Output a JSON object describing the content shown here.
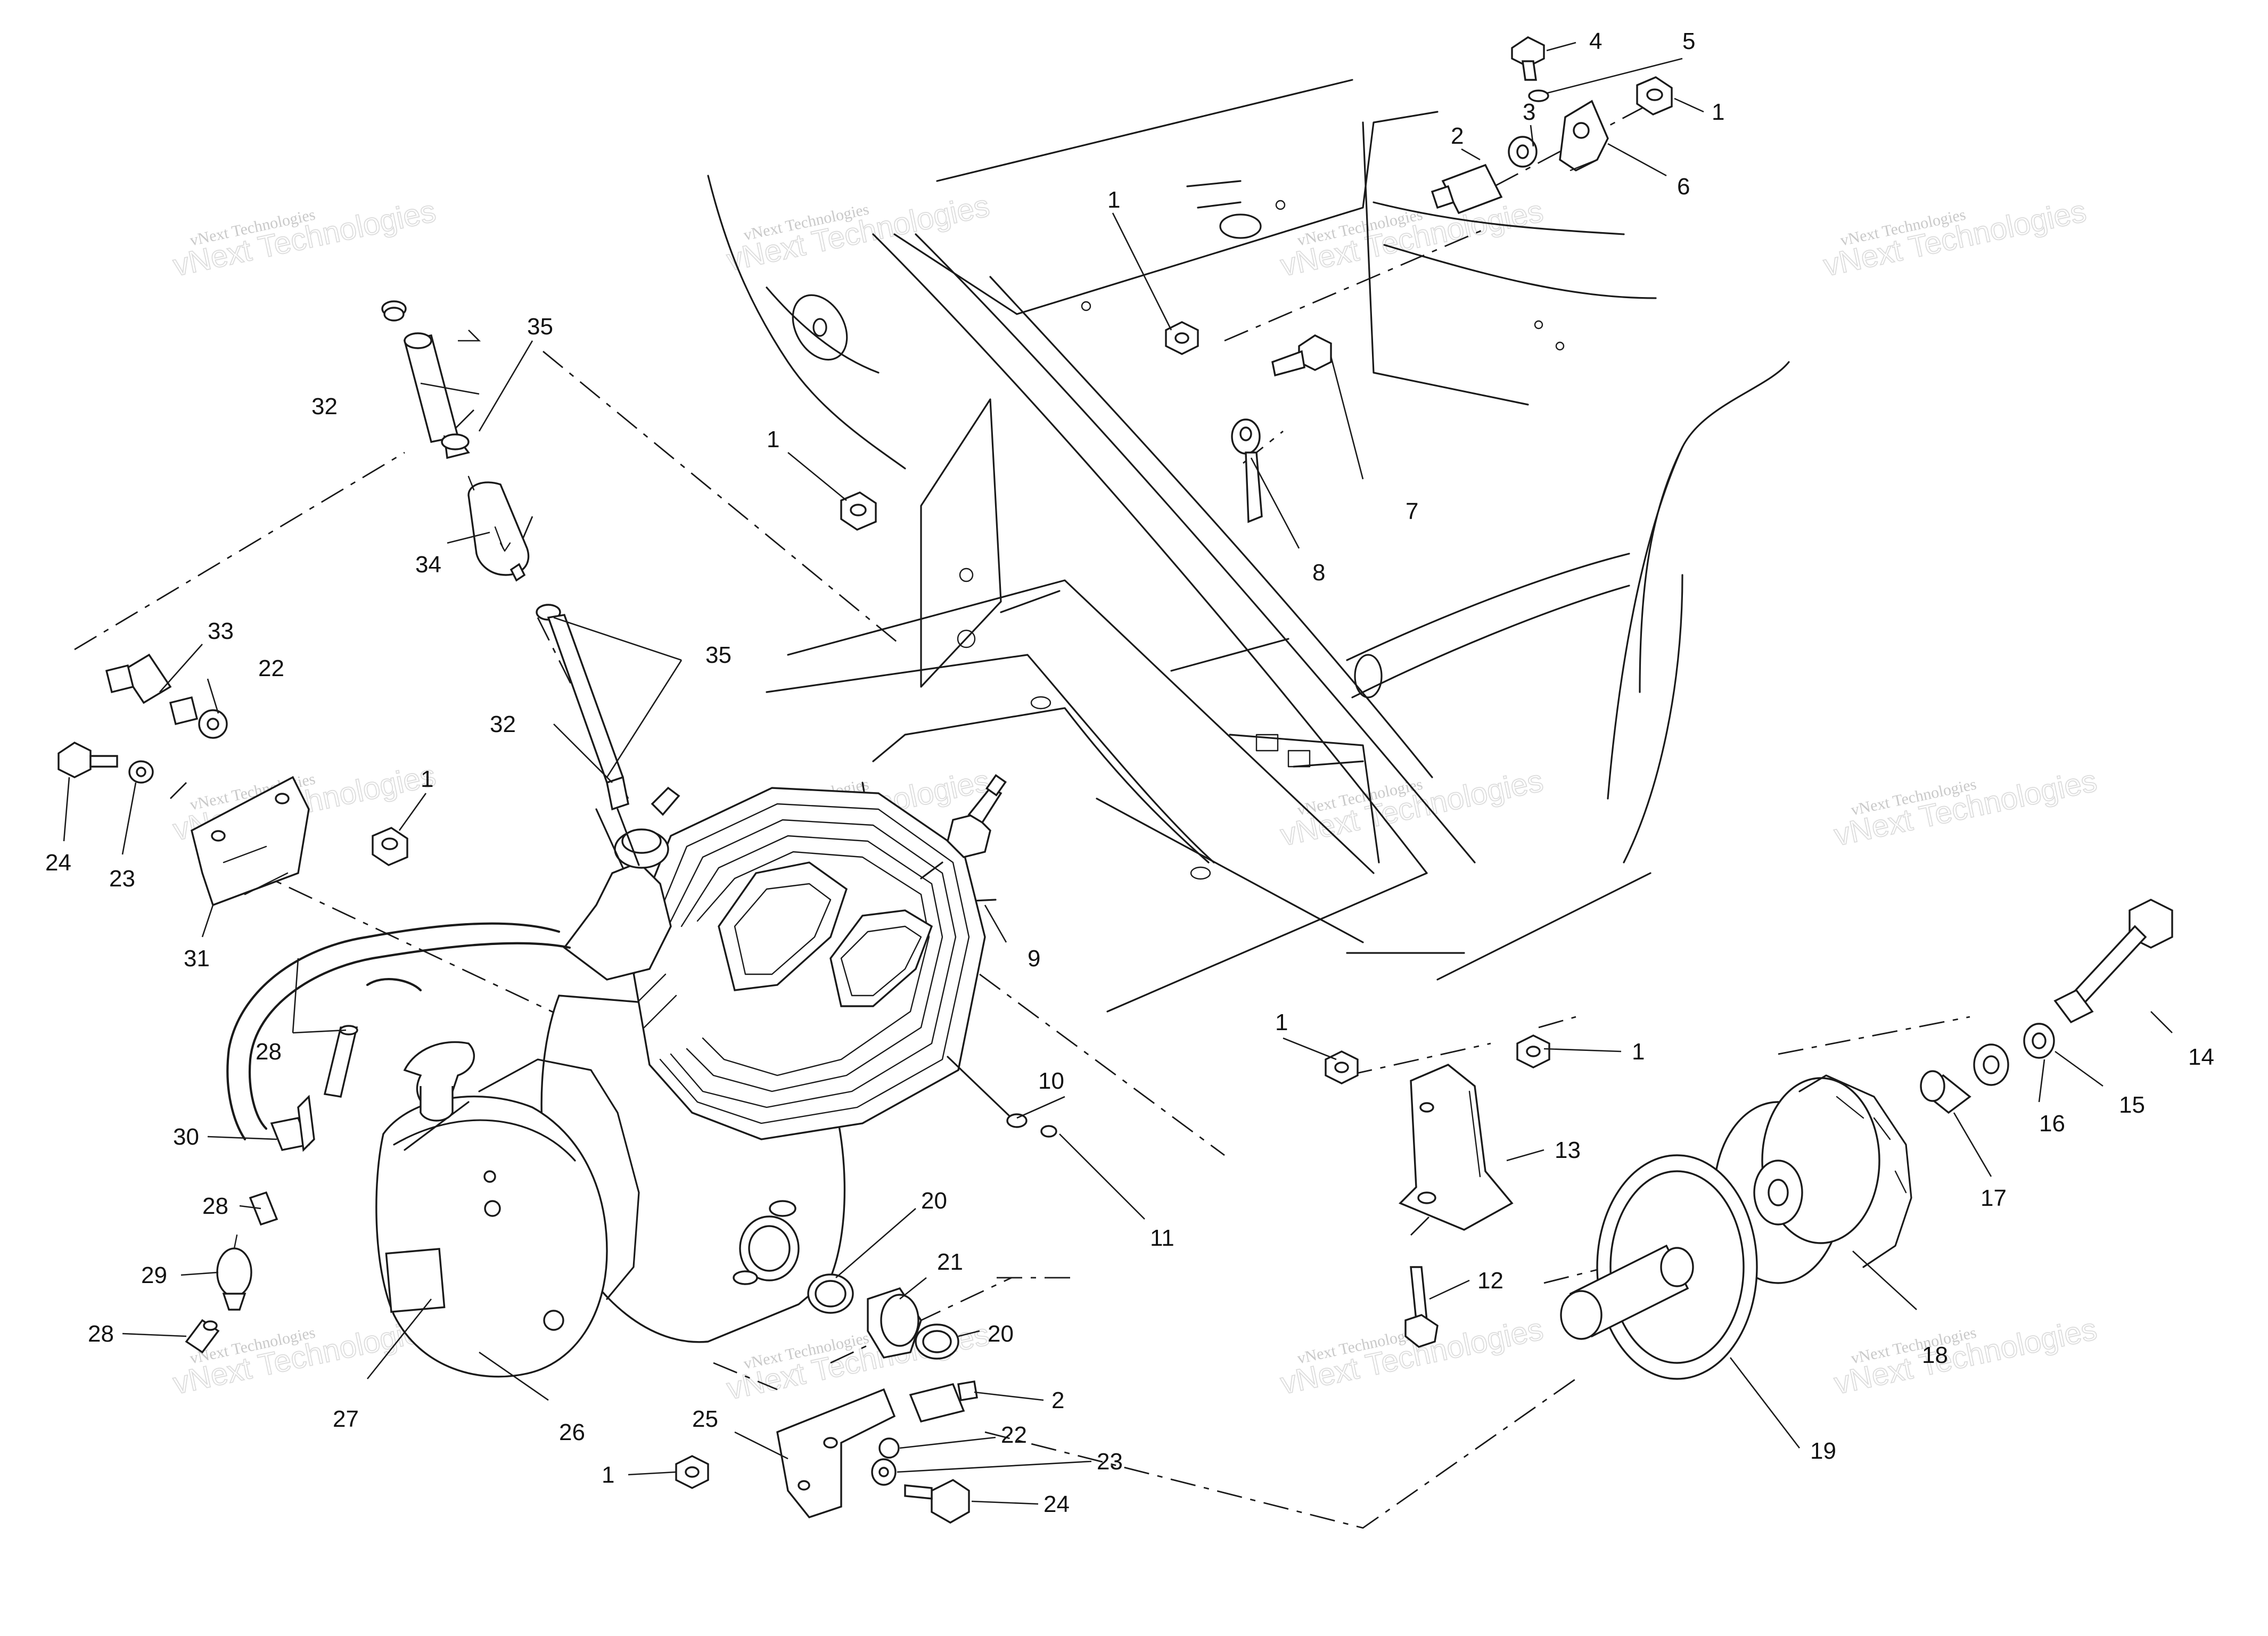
{
  "labels": [
    {
      "id": "l4",
      "text": "4"
    },
    {
      "id": "l5",
      "text": "5"
    },
    {
      "id": "l1a",
      "text": "1"
    },
    {
      "id": "l3",
      "text": "3"
    },
    {
      "id": "l2a",
      "text": "2"
    },
    {
      "id": "l6",
      "text": "6"
    },
    {
      "id": "l1b",
      "text": "1"
    },
    {
      "id": "l35a",
      "text": "35"
    },
    {
      "id": "l32a",
      "text": "32"
    },
    {
      "id": "l1c",
      "text": "1"
    },
    {
      "id": "l7",
      "text": "7"
    },
    {
      "id": "l8",
      "text": "8"
    },
    {
      "id": "l34",
      "text": "34"
    },
    {
      "id": "l33",
      "text": "33"
    },
    {
      "id": "l35b",
      "text": "35"
    },
    {
      "id": "l22a",
      "text": "22"
    },
    {
      "id": "l32b",
      "text": "32"
    },
    {
      "id": "l1d",
      "text": "1"
    },
    {
      "id": "l24a",
      "text": "24"
    },
    {
      "id": "l23a",
      "text": "23"
    },
    {
      "id": "l31",
      "text": "31"
    },
    {
      "id": "l9",
      "text": "9"
    },
    {
      "id": "l14",
      "text": "14"
    },
    {
      "id": "l1e",
      "text": "1"
    },
    {
      "id": "l1f",
      "text": "1"
    },
    {
      "id": "l28a",
      "text": "28"
    },
    {
      "id": "l10",
      "text": "10"
    },
    {
      "id": "l13",
      "text": "13"
    },
    {
      "id": "l15",
      "text": "15"
    },
    {
      "id": "l16",
      "text": "16"
    },
    {
      "id": "l30",
      "text": "30"
    },
    {
      "id": "l17",
      "text": "17"
    },
    {
      "id": "l28b",
      "text": "28"
    },
    {
      "id": "l20a",
      "text": "20"
    },
    {
      "id": "l11",
      "text": "11"
    },
    {
      "id": "l21",
      "text": "21"
    },
    {
      "id": "l29",
      "text": "29"
    },
    {
      "id": "l12",
      "text": "12"
    },
    {
      "id": "l28c",
      "text": "28"
    },
    {
      "id": "l20b",
      "text": "20"
    },
    {
      "id": "l18",
      "text": "18"
    },
    {
      "id": "l27",
      "text": "27"
    },
    {
      "id": "l2b",
      "text": "2"
    },
    {
      "id": "l26",
      "text": "26"
    },
    {
      "id": "l25",
      "text": "25"
    },
    {
      "id": "l22b",
      "text": "22"
    },
    {
      "id": "l23b",
      "text": "23"
    },
    {
      "id": "l1g",
      "text": "1"
    },
    {
      "id": "l19",
      "text": "19"
    },
    {
      "id": "l24b",
      "text": "24"
    }
  ],
  "watermark": {
    "line1": "vNext Technologies",
    "line2": "vNext Technologies"
  }
}
